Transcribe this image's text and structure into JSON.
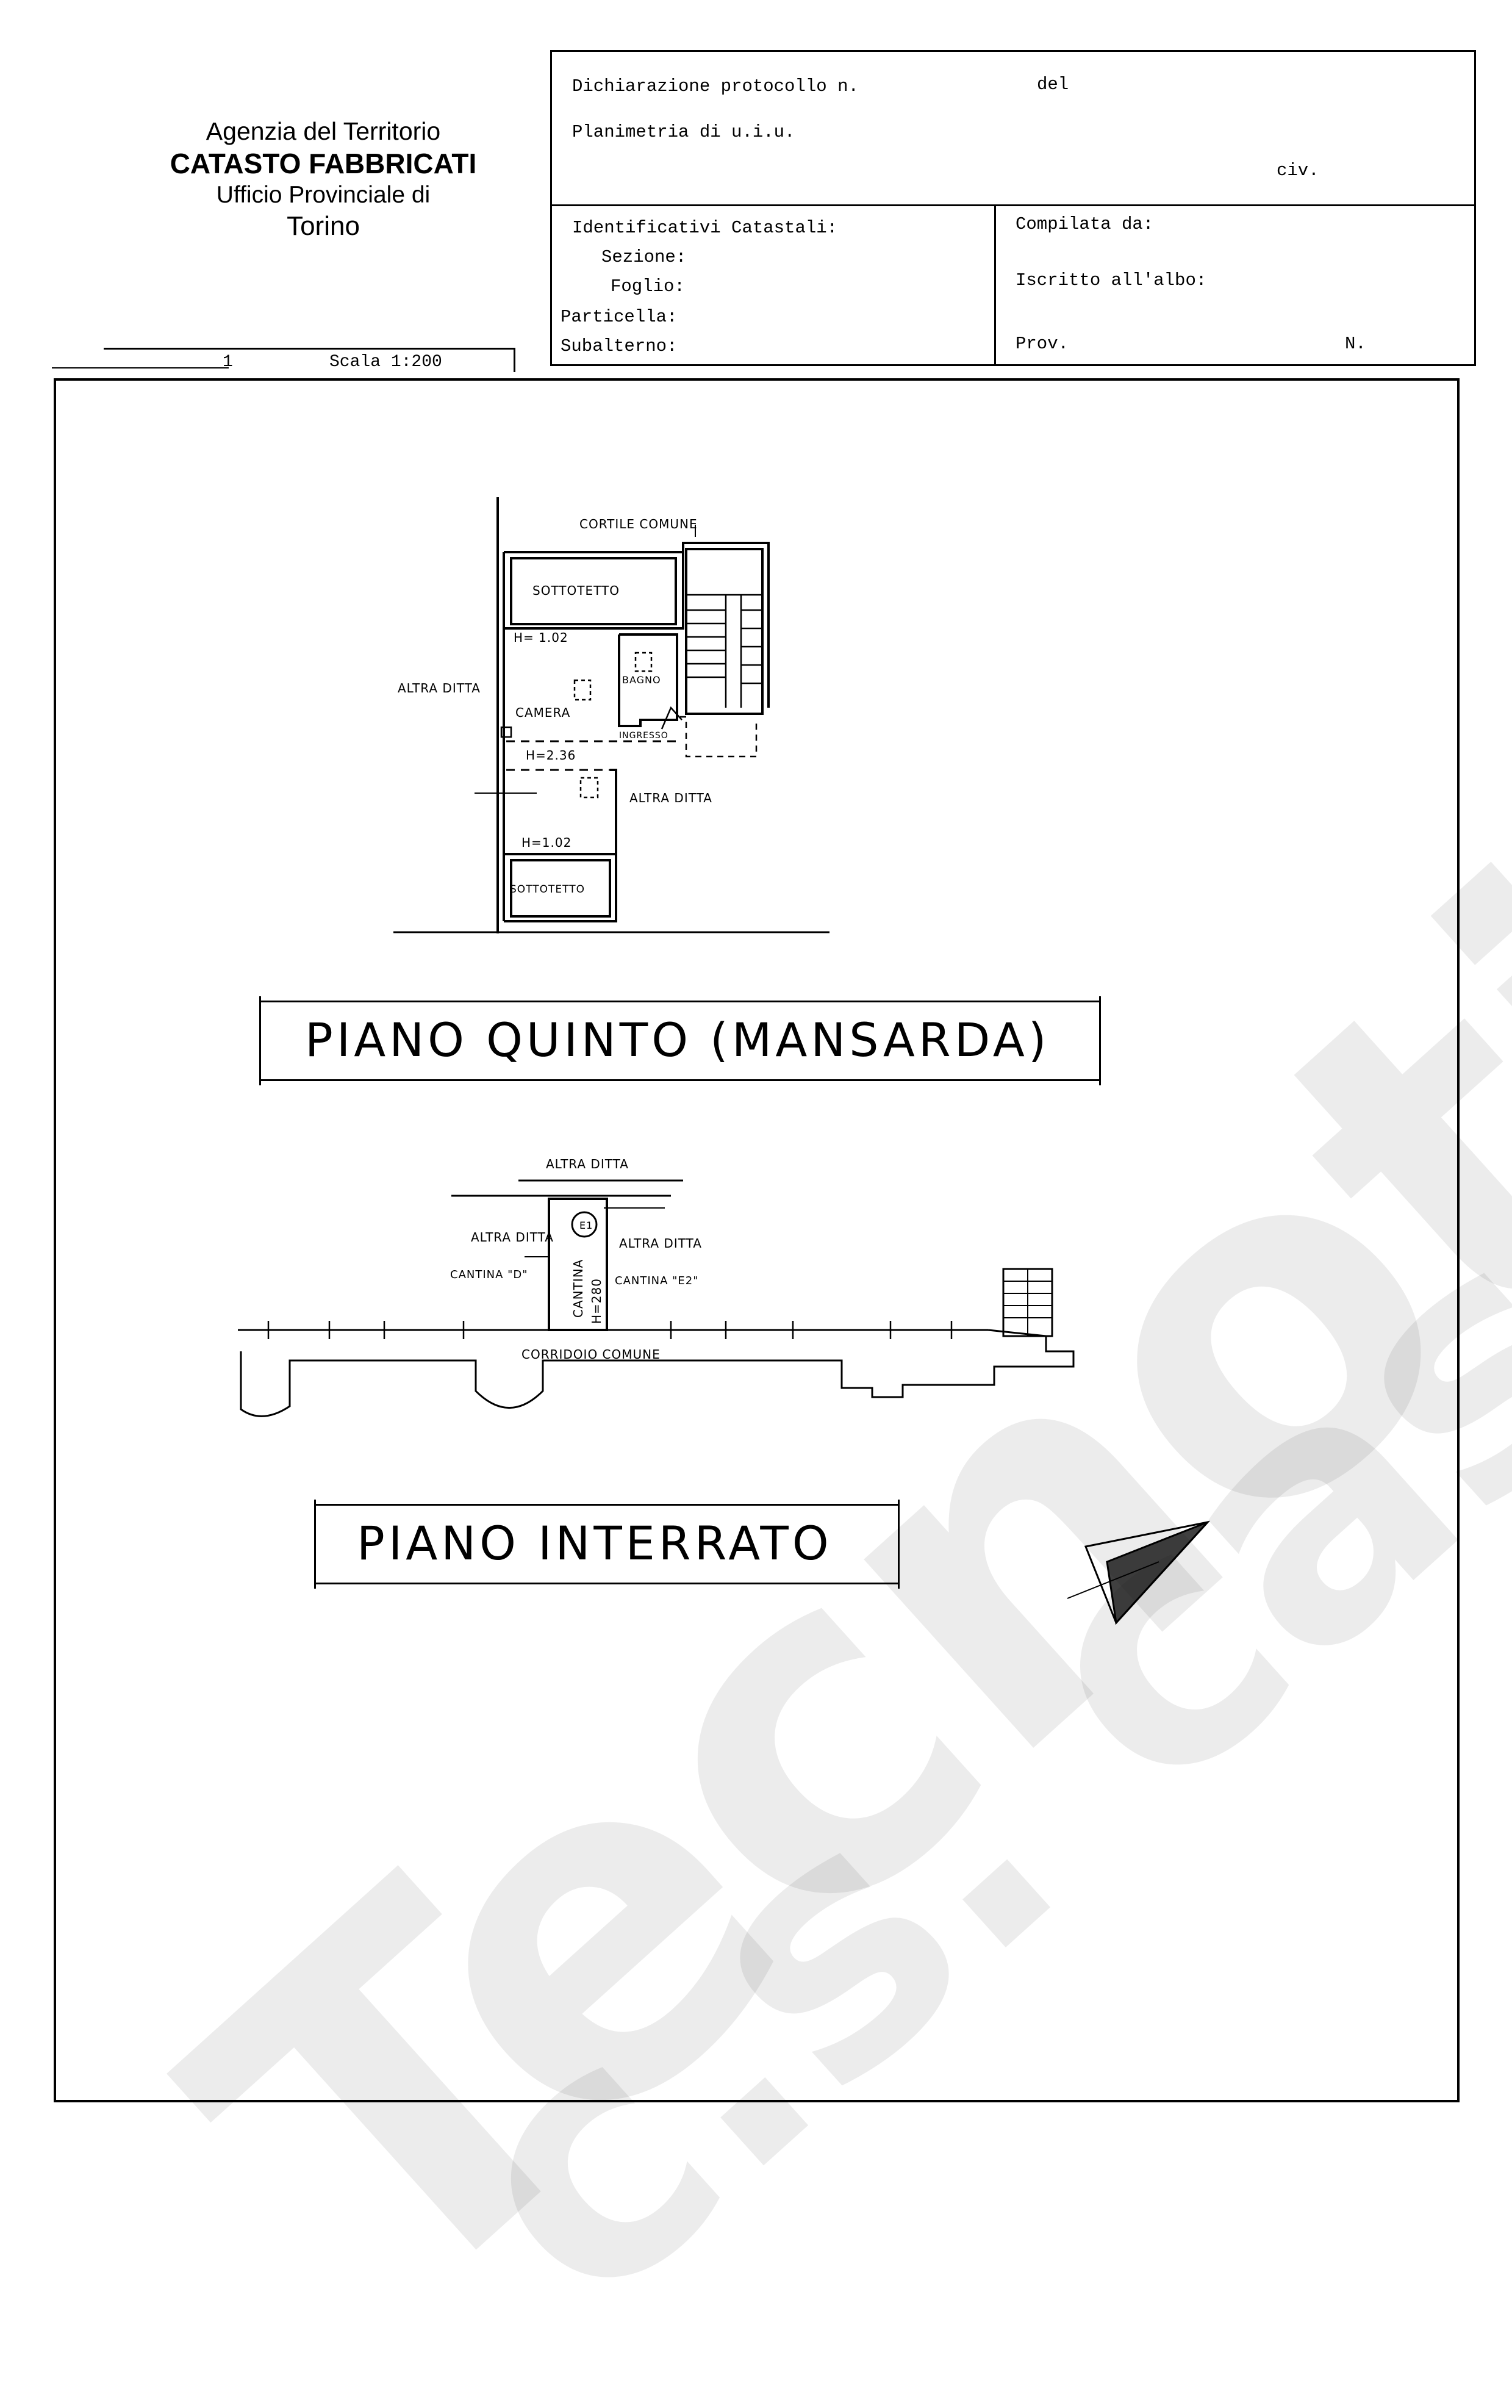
{
  "watermark": {
    "line1": "Tecnotinio",
    "line2": "c.s. casaimmobiliare"
  },
  "agency": {
    "line1": "Agenzia del Territorio",
    "line2": "CATASTO FABBRICATI",
    "line3": "Ufficio Provinciale di",
    "line4": "Torino"
  },
  "declaration": {
    "protocol_label": "Dichiarazione protocollo n.",
    "date_label": "del",
    "plan_label": "Planimetria di u.i.u.",
    "civic_label": "civ."
  },
  "identifiers": {
    "title": "Identificativi Catastali:",
    "section": "Sezione:",
    "sheet": "Foglio:",
    "parcel": "Particella:",
    "subunit": "Subalterno:"
  },
  "compiled": {
    "by": "Compilata da:",
    "register": "Iscritto all'albo:",
    "province": "Prov.",
    "number": "N."
  },
  "sheet": {
    "page_number": "1",
    "scale": "Scala 1:200"
  },
  "upper_plan": {
    "courtyard": "CORTILE COMUNE",
    "attic_top": "SOTTOTETTO",
    "attic_bottom": "SOTTOTETTO",
    "height_1": "H= 1.02",
    "height_2": "H=2.36",
    "height_3": "H=1.02",
    "bedroom": "CAMERA",
    "bathroom": "BAGNO",
    "entrance": "INGRESSO",
    "other_left": "ALTRA DITTA",
    "other_right": "ALTRA DITTA",
    "title": "PIANO QUINTO (MANSARDA)"
  },
  "lower_plan": {
    "other_top": "ALTRA DITTA",
    "other_left": "ALTRA DITTA",
    "cellar_d": "CANTINA \"D\"",
    "cellar_label": "CANTINA",
    "cellar_id": "E1",
    "cellar_height": "H=280",
    "other_right": "ALTRA DITTA",
    "cellar_e2": "CANTINA \"E2\"",
    "corridor": "CORRIDOIO COMUNE",
    "title": "PIANO INTERRATO"
  }
}
